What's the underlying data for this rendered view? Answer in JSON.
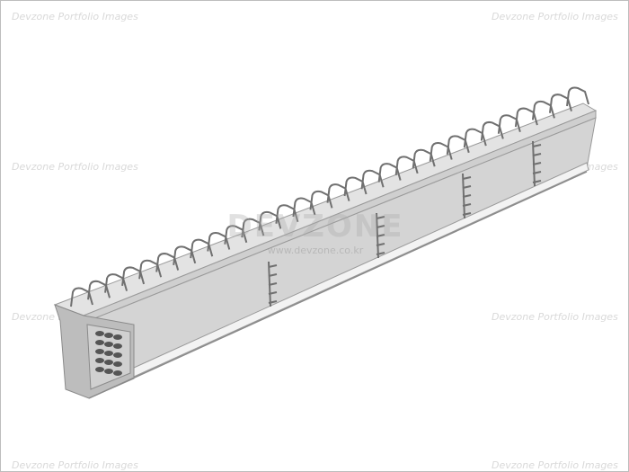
{
  "watermark": {
    "text": "Devzone Portfolio Images",
    "logo_text": "DEVZONE",
    "logo_url": "www.devzone.co.kr"
  },
  "image": {
    "subject_icon": "precast-concrete-beam-icon",
    "colors": {
      "background": "#ffffff",
      "beam_top": "#e3e3e3",
      "beam_side": "#d2d2d2",
      "beam_end": "#bdbdbd",
      "rebar": "#6e6e6e"
    }
  }
}
